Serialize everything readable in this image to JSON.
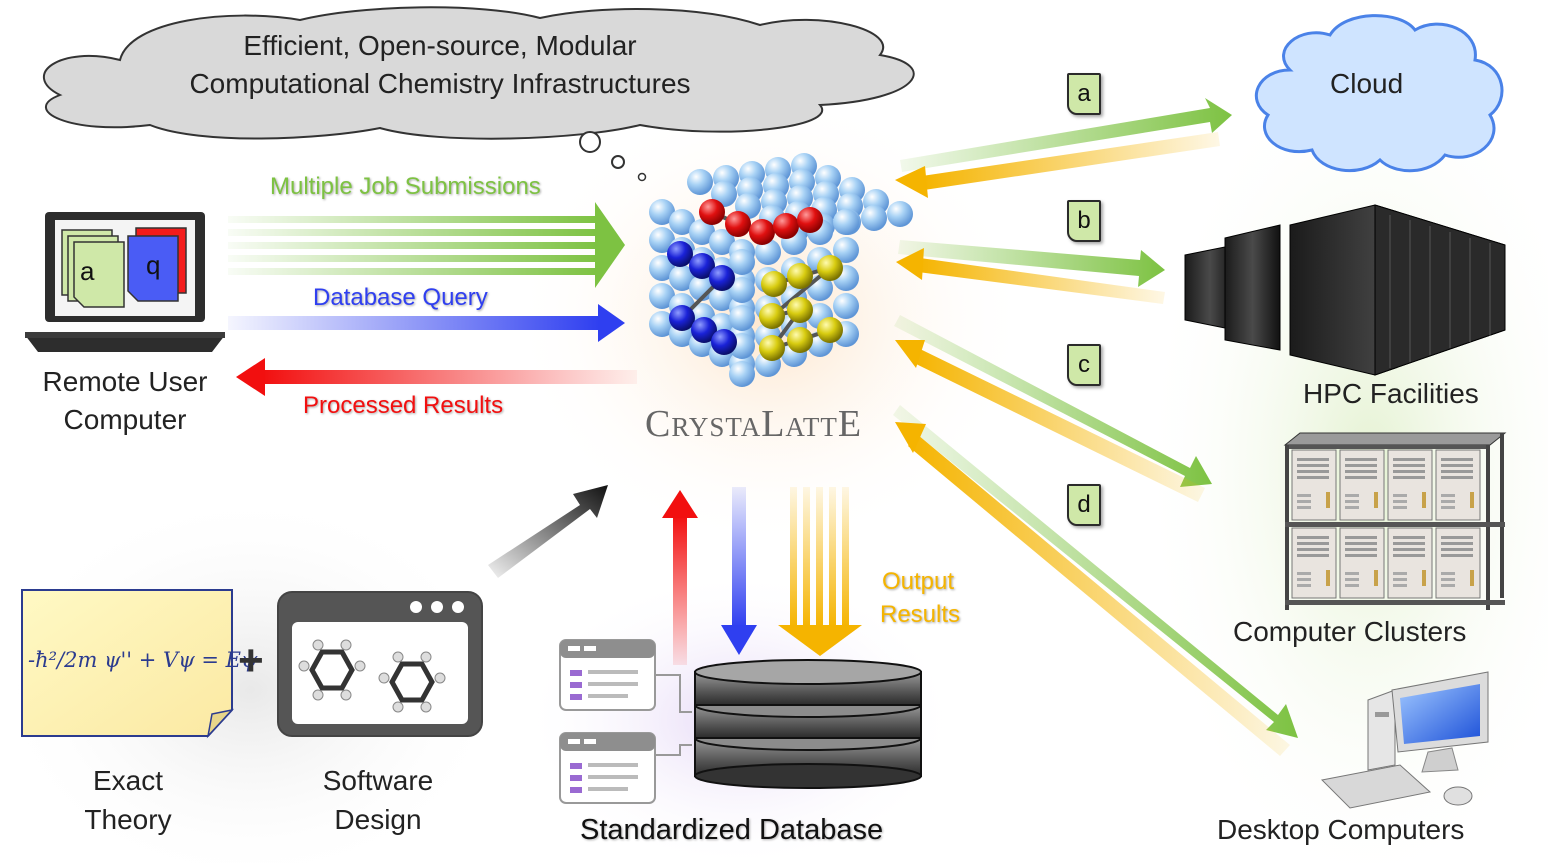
{
  "thought_cloud": {
    "line1": "Efficient, Open-source, Modular",
    "line2": "Computational Chemistry Infrastructures"
  },
  "remote_user": {
    "label_line1": "Remote User",
    "label_line2": "Computer",
    "doc_a": "a",
    "doc_q": "q"
  },
  "flows": {
    "jobs": "Multiple Job Submissions",
    "query": "Database Query",
    "results": "Processed Results",
    "output_line1": "Output",
    "output_line2": "Results"
  },
  "logo": {
    "text": "CrystaLattE"
  },
  "resources": {
    "cloud": "Cloud",
    "hpc": "HPC Facilities",
    "clusters": "Computer Clusters",
    "desktops": "Desktop Computers",
    "tag_a": "a",
    "tag_b": "b",
    "tag_c": "c",
    "tag_d": "d"
  },
  "bottom": {
    "theory_line1": "Exact",
    "theory_line2": "Theory",
    "design_line1": "Software",
    "design_line2": "Design",
    "database": "Standardized Database",
    "equation": "-ħ²/2m ψ'' + Vψ = Eψ",
    "plus": "+"
  },
  "colors": {
    "green": "#7dc242",
    "orange": "#f5b400",
    "blue": "#2f3ff0",
    "red": "#f20f0f",
    "black": "#111111"
  }
}
